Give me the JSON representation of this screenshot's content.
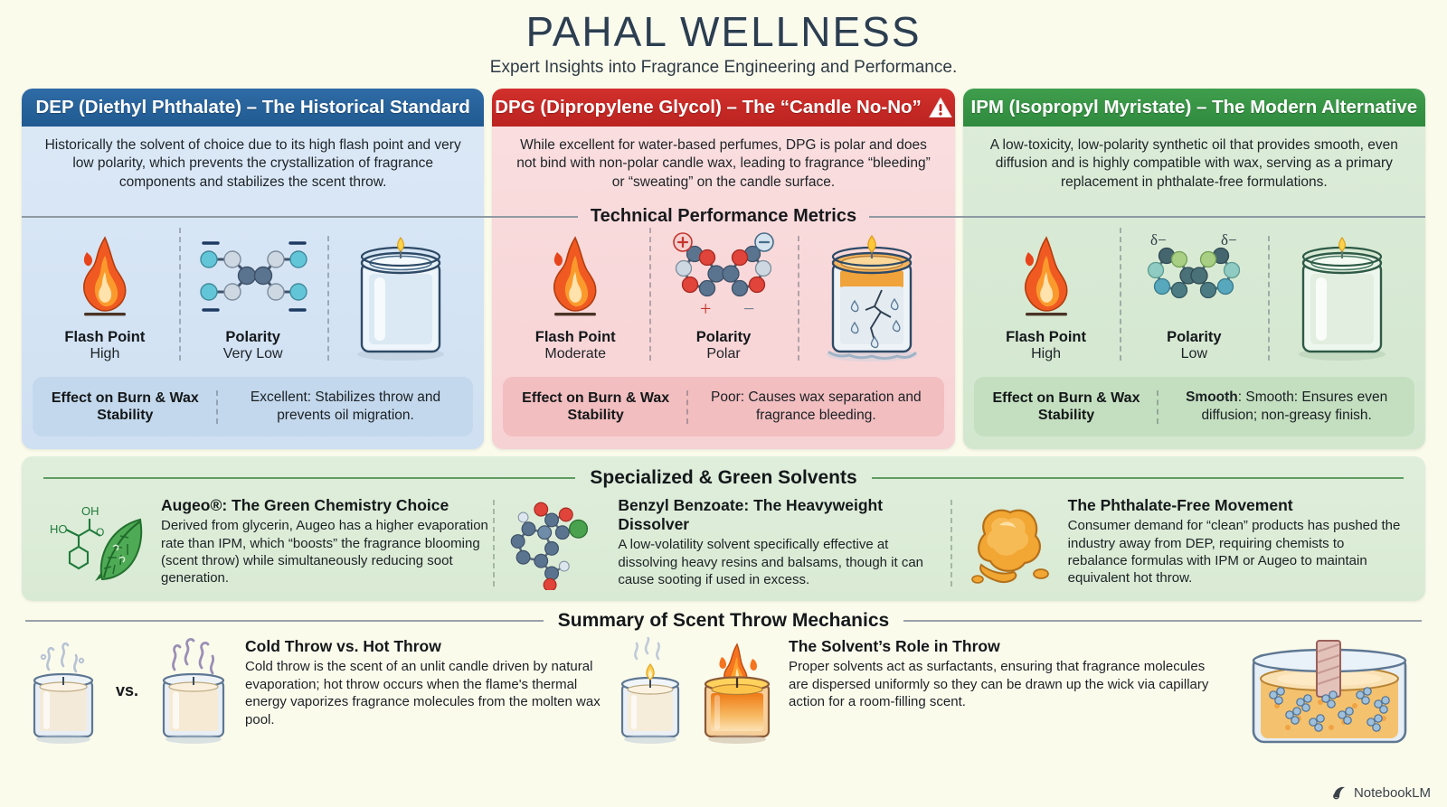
{
  "header": {
    "title": "PAHAL WELLNESS",
    "subtitle": "Expert Insights into Fragrance Engineering and Performance."
  },
  "colors": {
    "dep_accent": "#205a91",
    "dpg_accent": "#bb2320",
    "ipm_accent": "#2f8a3d",
    "page_bg": "#fbfbec",
    "dep_bg": "#dce9f7",
    "dpg_bg": "#fadfe0",
    "ipm_bg": "#dcecd9"
  },
  "metrics_band_label": "Technical Performance Metrics",
  "columns": [
    {
      "key": "dep",
      "title": "DEP (Diethyl Phthalate) – The Historical Standard",
      "warning_icon": "",
      "description": "Historically the solvent of choice due to its high flash point and very low polarity, which prevents the crystallization of fragrance components and stabilizes the scent throw.",
      "metrics": [
        {
          "icon": "flame-icon",
          "name": "Flash Point",
          "value": "High"
        },
        {
          "icon": "molecule-nonpolar-icon",
          "name": "Polarity",
          "value": "Very Low"
        },
        {
          "icon": "candle-jar-clean-icon",
          "name": "",
          "value": ""
        }
      ],
      "effect_label": "Effect on Burn & Wax Stability",
      "effect_lead": "",
      "effect_text": "Excellent: Stabilizes throw and prevents oil migration."
    },
    {
      "key": "dpg",
      "title": "DPG (Dipropylene Glycol) – The “Candle No-No”",
      "warning_icon": "warning-triangle-icon",
      "description": "While excellent for water-based perfumes, DPG is polar and does not bind with non-polar candle wax, leading to fragrance “bleeding” or “sweating” on the candle surface.",
      "metrics": [
        {
          "icon": "flame-icon",
          "name": "Flash Point",
          "value": "Moderate"
        },
        {
          "icon": "molecule-polar-icon",
          "name": "Polarity",
          "value": "Polar"
        },
        {
          "icon": "candle-jar-sweating-icon",
          "name": "",
          "value": ""
        }
      ],
      "effect_label": "Effect on Burn & Wax Stability",
      "effect_lead": "",
      "effect_text": "Poor: Causes wax separation and fragrance bleeding."
    },
    {
      "key": "ipm",
      "title": "IPM (Isopropyl Myristate) – The Modern Alternative",
      "warning_icon": "",
      "description": "A low-toxicity, low-polarity synthetic oil that provides smooth, even diffusion and is highly compatible with wax, serving as a primary replacement in phthalate-free formulations.",
      "metrics": [
        {
          "icon": "flame-icon",
          "name": "Flash Point",
          "value": "High"
        },
        {
          "icon": "molecule-lowpolar-icon",
          "name": "Polarity",
          "value": "Low"
        },
        {
          "icon": "candle-jar-green-icon",
          "name": "",
          "value": ""
        }
      ],
      "effect_label": "Effect on Burn & Wax Stability",
      "effect_lead": "Smooth",
      "effect_text": ": Smooth: Ensures even diffusion; non-greasy finish."
    }
  ],
  "green_section": {
    "heading": "Specialized & Green Solvents",
    "items": [
      {
        "icon": "leaf-molecule-icon",
        "title": "Augeo®: The Green Chemistry Choice",
        "body": "Derived from glycerin, Augeo has a higher evaporation rate than IPM, which “boosts” the fragrance blooming (scent throw) while simultaneously reducing soot generation."
      },
      {
        "icon": "benzyl-benzoate-molecule-icon",
        "title": "Benzyl Benzoate: The Heavyweight Dissolver",
        "body": "A low-volatility solvent specifically effective at dissolving heavy resins and balsams, though it can cause sooting if used in excess."
      },
      {
        "icon": "resin-blob-icon",
        "title": "The Phthalate-Free Movement",
        "body": "Consumer demand for “clean” products has pushed the industry away from DEP, requiring chemists to rebalance formulas with IPM or Augeo to maintain equivalent hot throw."
      }
    ]
  },
  "summary_section": {
    "heading": "Summary of Scent Throw Mechanics",
    "vs_label": "vs.",
    "items": [
      {
        "icons": [
          "candle-unlit-cold-icon",
          "candle-unlit-warm-icon"
        ],
        "title": "Cold Throw vs. Hot Throw",
        "body": "Cold throw is the scent of an unlit candle driven by natural evaporation; hot throw occurs when the flame's thermal energy vaporizes fragrance molecules from the molten wax pool."
      },
      {
        "icons": [
          "candle-lit-small-icon",
          "candle-lit-hot-icon"
        ],
        "title": "The Solvent’s Role in Throw",
        "body": "Proper solvents act as surfactants, ensuring that fragrance molecules are dispersed uniformly so they can be drawn up the wick via capillary action for a room-filling scent."
      }
    ],
    "beaker_icon": "beaker-wick-dispersion-icon"
  },
  "watermark": {
    "icon": "notebooklm-icon",
    "label": "NotebookLM"
  }
}
